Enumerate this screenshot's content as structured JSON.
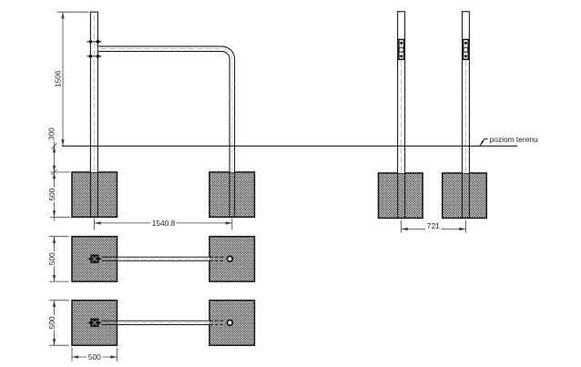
{
  "drawing": {
    "kind": "technical-dimension-drawing",
    "labels": {
      "ground_level": "poziom terenu"
    },
    "dimensions": {
      "front_post_height": "1506",
      "front_cover_depth": "300",
      "front_footing_depth": "500",
      "front_span": "1540.8",
      "plan1_footing_side": "500",
      "plan2_footing_side": "500",
      "plan2_footing_width": "500",
      "side_span": "721"
    },
    "colors": {
      "background": "#ffffff",
      "outline": "#1b1b1b",
      "dimension_lines": "#3f3f3f",
      "centerline": "#8c8c8c",
      "hatch": "#4d4d4d"
    }
  }
}
